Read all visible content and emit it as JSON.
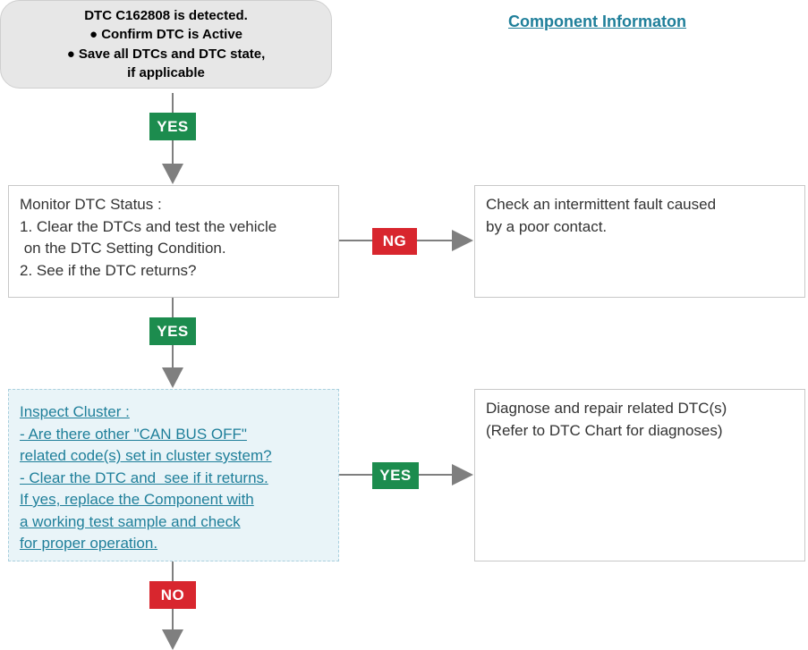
{
  "header": {
    "component_info_link": "Component Informaton"
  },
  "start": {
    "lines": [
      "DTC C162808 is detected.",
      "● Confirm DTC is Active",
      "● Save all DTCs and DTC state,",
      "if applicable"
    ]
  },
  "monitor": {
    "lines": [
      "Monitor DTC Status :",
      "1. Clear the DTCs and test the vehicle",
      " on the DTC Setting Condition.",
      "2. See if the DTC returns?"
    ]
  },
  "intermittent": {
    "lines": [
      "Check an intermittent fault caused",
      "by a poor contact."
    ]
  },
  "inspect": {
    "lines": [
      "Inspect Cluster :",
      "- Are there other \"CAN BUS OFF\"",
      "related code(s) set in cluster system?",
      "- Clear the DTC and  see if it returns.",
      "If yes, replace the Component with",
      "a working test sample and check",
      "for proper operation."
    ]
  },
  "diagnose": {
    "lines": [
      "Diagnose and repair related DTC(s)",
      "(Refer to DTC Chart for diagnoses)"
    ]
  },
  "badges": {
    "yes_1": "YES",
    "ng": "NG",
    "yes_2": "YES",
    "yes_3": "YES",
    "no": "NO"
  },
  "colors": {
    "yes": "#1c8c4e",
    "no": "#d8262e",
    "link": "#1f7f9a",
    "arrow": "#7f7f7f"
  }
}
